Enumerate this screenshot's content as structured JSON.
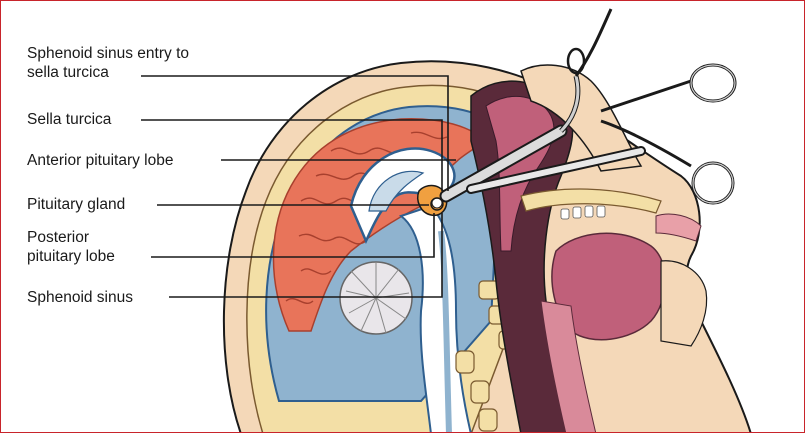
{
  "figure": {
    "labels": {
      "sphenoid_entry_line1": "Sphenoid sinus entry to",
      "sphenoid_entry_line2": "sella turcica",
      "sella_turcica": "Sella turcica",
      "anterior_lobe": "Anterior pituitary lobe",
      "pituitary_gland": "Pituitary gland",
      "posterior_line1": "Posterior",
      "posterior_line2": "pituitary lobe",
      "sphenoid_sinus": "Sphenoid sinus"
    },
    "colors": {
      "frame": "#c8242b",
      "brain": "#e8745a",
      "skin": "#f0c9a0",
      "bone": "#f3dfa6",
      "tissue_dark": "#5a2a3a",
      "mucosa": "#c0607a",
      "vessel_blue": "#4a78a8"
    }
  }
}
